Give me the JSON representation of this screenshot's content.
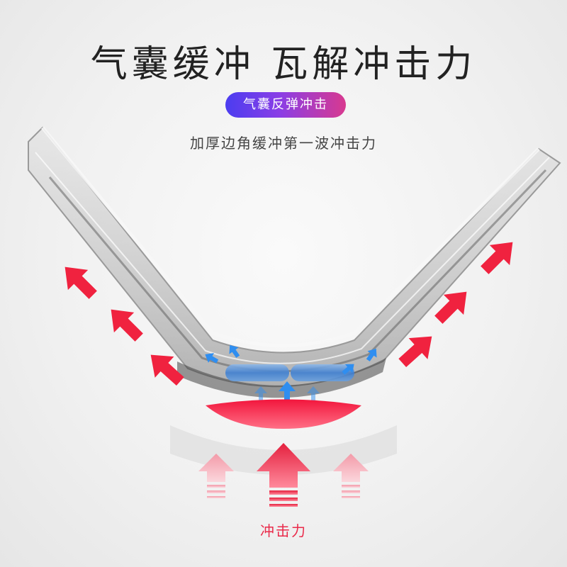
{
  "headline": "气囊缓冲 瓦解冲击力",
  "badge": {
    "label": "气囊反弹冲击",
    "gradient_start": "#4b3df0",
    "gradient_end": "#d8398f"
  },
  "subtitle": "加厚边角缓冲第一波冲击力",
  "impact_label": "冲击力",
  "colors": {
    "outward_arrows": "#f0223f",
    "inner_arrows": "#2f8ef0",
    "impact_arc": "#ec1f45",
    "impact_arrows": "#e8354f"
  }
}
